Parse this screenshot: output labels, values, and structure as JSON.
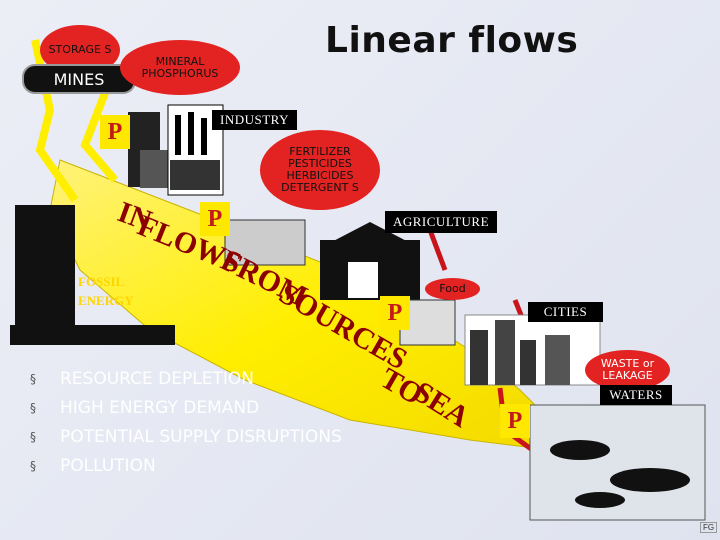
{
  "title": "Linear flows",
  "labels": {
    "storages": "STORAGE S",
    "mines": "MINES",
    "mineral_phosphorus": "MINERAL PHOSPHORUS",
    "industry": "INDUSTRY",
    "fertilizer": "FERTILIZER PESTICIDES HERBICIDES DETERGENT S",
    "agriculture": "AGRICULTURE",
    "food": "Food",
    "cities": "CITIES",
    "waste": "WASTE or LEAKAGE",
    "waters": "WATERS",
    "fossil_energy_1": "FOSSIL",
    "fossil_energy_2": "ENERGY",
    "p": "P",
    "corner": "FG"
  },
  "flow_text": [
    "IN",
    "FLOWS",
    "FROM",
    "SOURCES",
    "TO",
    "SEA"
  ],
  "bullets": [
    "RESOURCE DEPLETION",
    "HIGH ENERGY DEMAND",
    "POTENTIAL SUPPLY DISRUPTIONS",
    "POLLUTION"
  ],
  "colors": {
    "oval_red": "#e32322",
    "p_yellow": "#ffe800",
    "p_red": "#c31a1a",
    "arrow_yellow": "#ffee00",
    "flow_red": "#8b0000"
  }
}
